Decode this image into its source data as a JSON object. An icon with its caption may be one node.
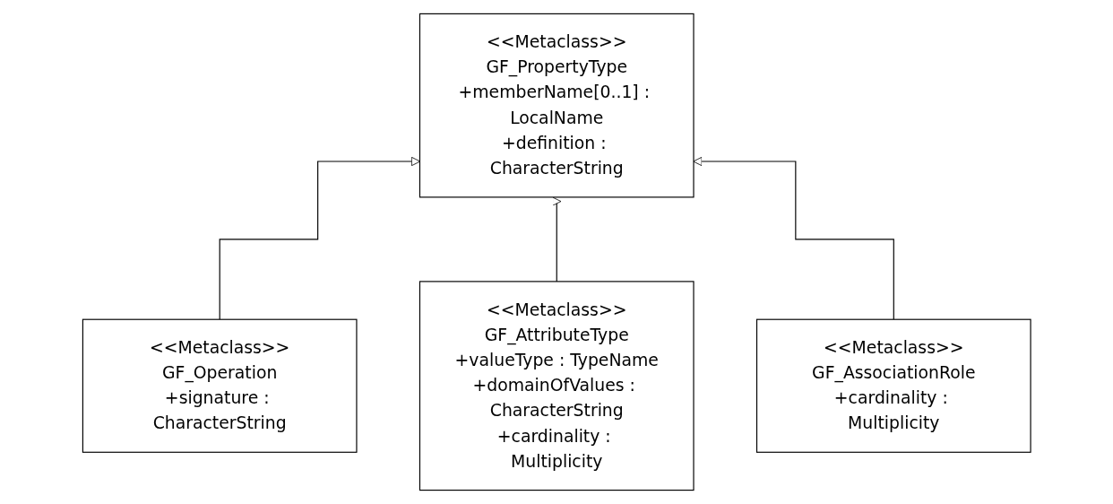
{
  "diagram": {
    "nodes": [
      {
        "text": [
          "<<Metaclass>>",
          "GF_PropertyType",
          "+memberName[0..1] : LocalName",
          "+definition : CharacterString"
        ]
      },
      {
        "text": [
          "<<Metaclass>>",
          "GF_Operation",
          "+signature : CharacterString"
        ]
      },
      {
        "text": [
          "<<Metaclass>>",
          "GF_AttributeType",
          "+valueType : TypeName",
          "+domainOfValues : CharacterString",
          "+cardinality : Multiplicity"
        ]
      },
      {
        "text": [
          "<<Metaclass>>",
          "GF_AssociationRole",
          "+cardinality : Multiplicity"
        ]
      }
    ],
    "edges": [
      {
        "from": 1,
        "to": 0,
        "arrow": "to"
      },
      {
        "from": 2,
        "to": 0,
        "arrow": "to"
      },
      {
        "from": 3,
        "to": 0,
        "arrow": "to"
      }
    ]
  }
}
